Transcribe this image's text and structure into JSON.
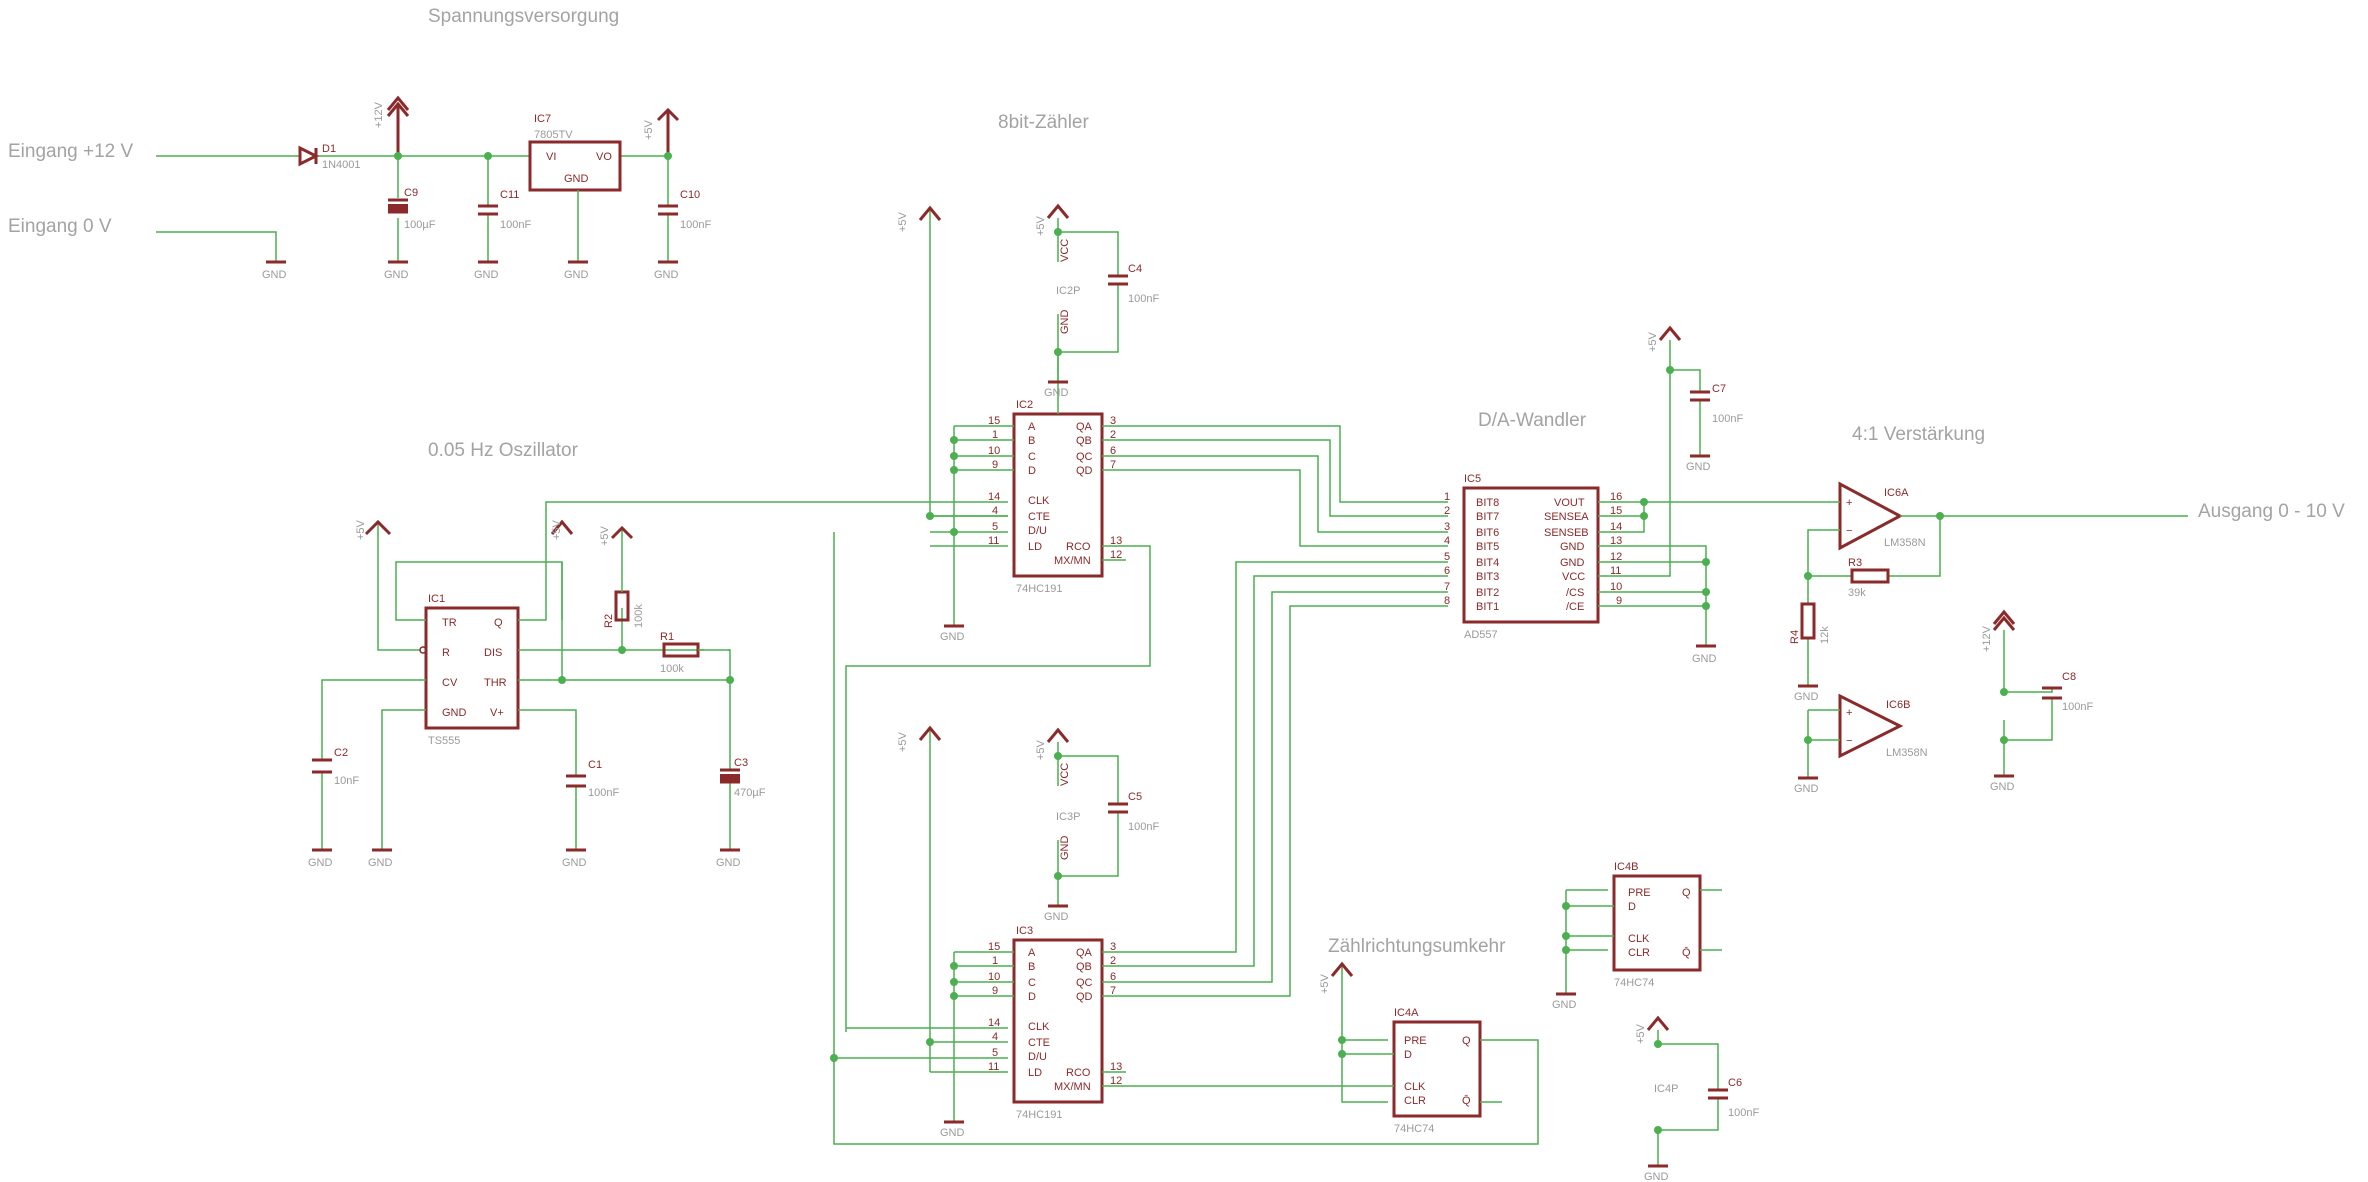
{
  "sections": {
    "power": "Spannungsversorgung",
    "counter": "8bit-Zähler",
    "osc": "0.05 Hz Oszillator",
    "dac": "D/A-Wandler",
    "amp": "4:1 Verstärkung",
    "dir": "Zählrichtungsumkehr"
  },
  "terminals": {
    "in12": "Eingang +12 V",
    "in0": "Eingang 0 V",
    "out": "Ausgang 0 - 10 V"
  },
  "labels": {
    "gnd": "GND",
    "p5": "+5V",
    "p12": "+12V",
    "d1": "D1",
    "d1v": "1N4001",
    "ic7": "IC7",
    "ic7v": "7805TV",
    "vi": "VI",
    "vo": "VO",
    "c9": "C9",
    "c9v": "100µF",
    "c11": "C11",
    "c11v": "100nF",
    "c10": "C10",
    "c10v": "100nF",
    "c4": "C4",
    "c4v": "100nF",
    "c5": "C5",
    "c5v": "100nF",
    "c7": "C7",
    "c7v": "100nF",
    "c8": "C8",
    "c8v": "100nF",
    "c6": "C6",
    "c6v": "100nF",
    "c1": "C1",
    "c1v": "100nF",
    "c2": "C2",
    "c2v": "10nF",
    "c3": "C3",
    "c3v": "470µF",
    "r1": "R1",
    "r1v": "100k",
    "r2": "R2",
    "r2v": "100k",
    "r3": "R3",
    "r3v": "39k",
    "r4": "R4",
    "r4v": "12k",
    "ic1": "IC1",
    "ic1v": "TS555",
    "ic2": "IC2",
    "ic2v": "74HC191",
    "ic3": "IC3",
    "ic3v": "74HC191",
    "ic2p": "IC2P",
    "ic3p": "IC3P",
    "ic4p": "IC4P",
    "ic5": "IC5",
    "ic5v": "AD557",
    "ic6a": "IC6A",
    "ic6b": "IC6B",
    "ic6v": "LM358N",
    "ic4a": "IC4A",
    "ic4b": "IC4B",
    "ic4v": "74HC74",
    "vcc": "VCC"
  }
}
